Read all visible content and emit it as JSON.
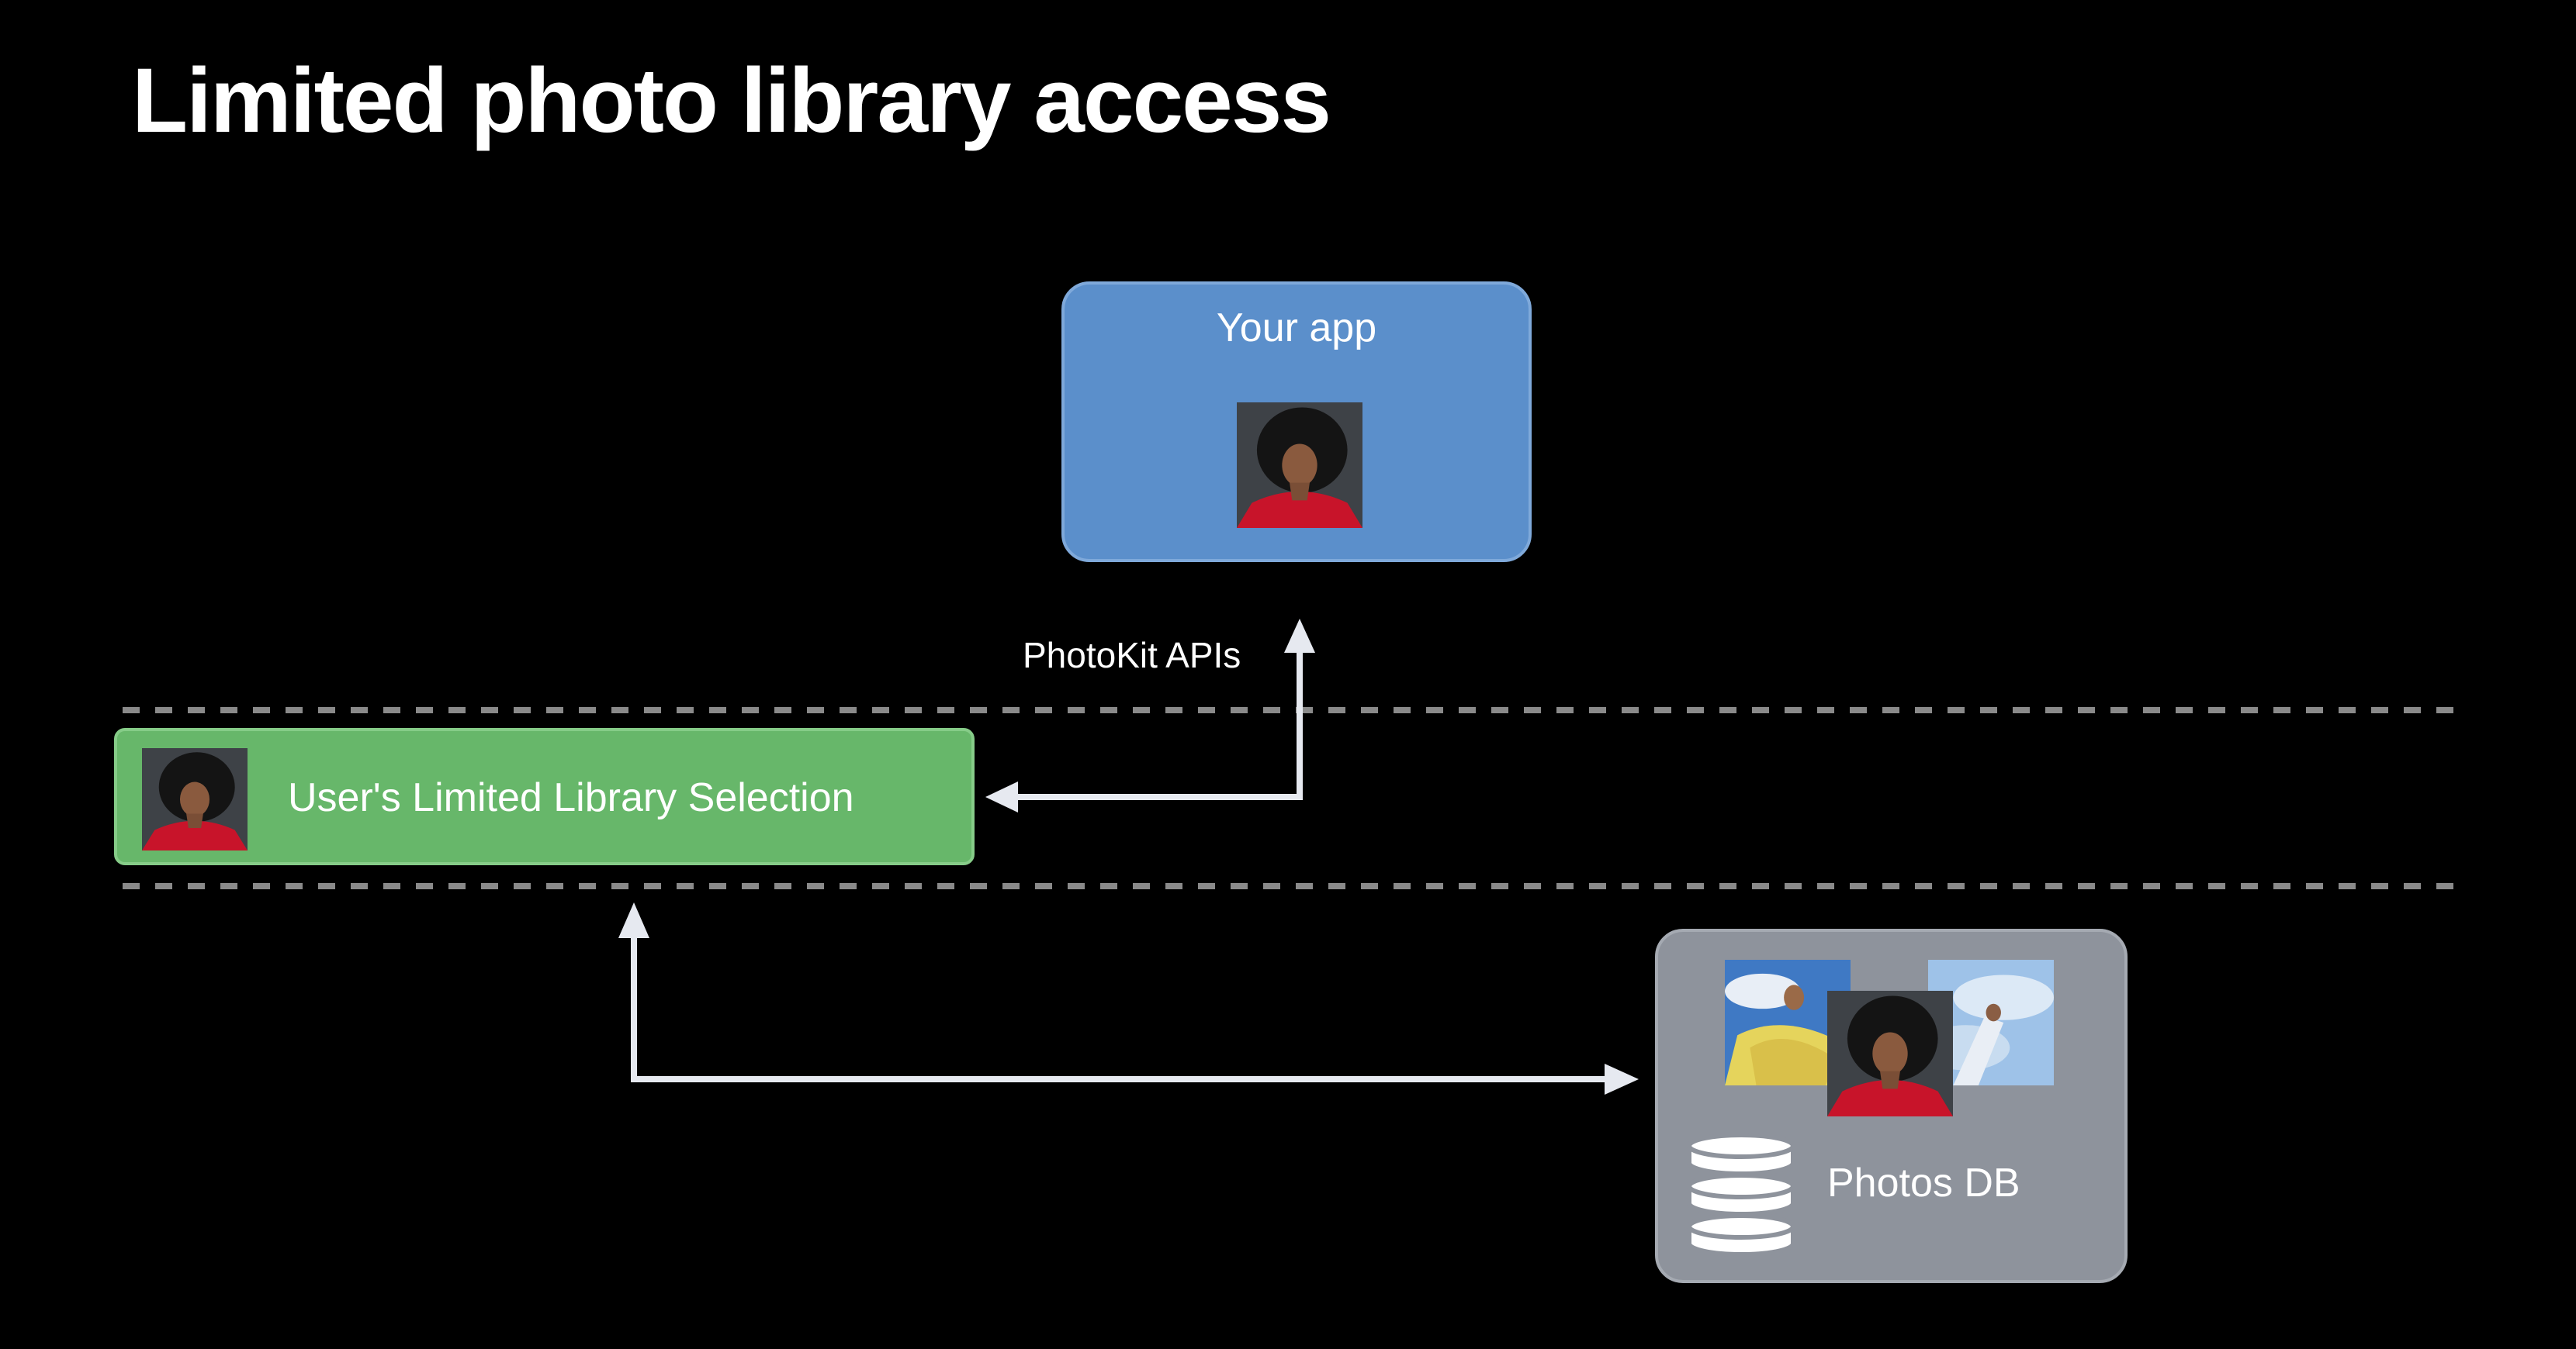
{
  "title": "Limited photo library access",
  "nodes": {
    "app": {
      "label": "Your app"
    },
    "selection": {
      "label": "User's Limited Library Selection"
    },
    "db": {
      "label": "Photos DB"
    }
  },
  "edge_labels": {
    "api": "PhotoKit APIs"
  },
  "colors": {
    "background": "#000000",
    "app_box": "#5b8fcb",
    "selection_box": "#67b76a",
    "db_box": "#8e939c",
    "arrow": "#e6e9f0",
    "divider": "#8a8a8a"
  }
}
